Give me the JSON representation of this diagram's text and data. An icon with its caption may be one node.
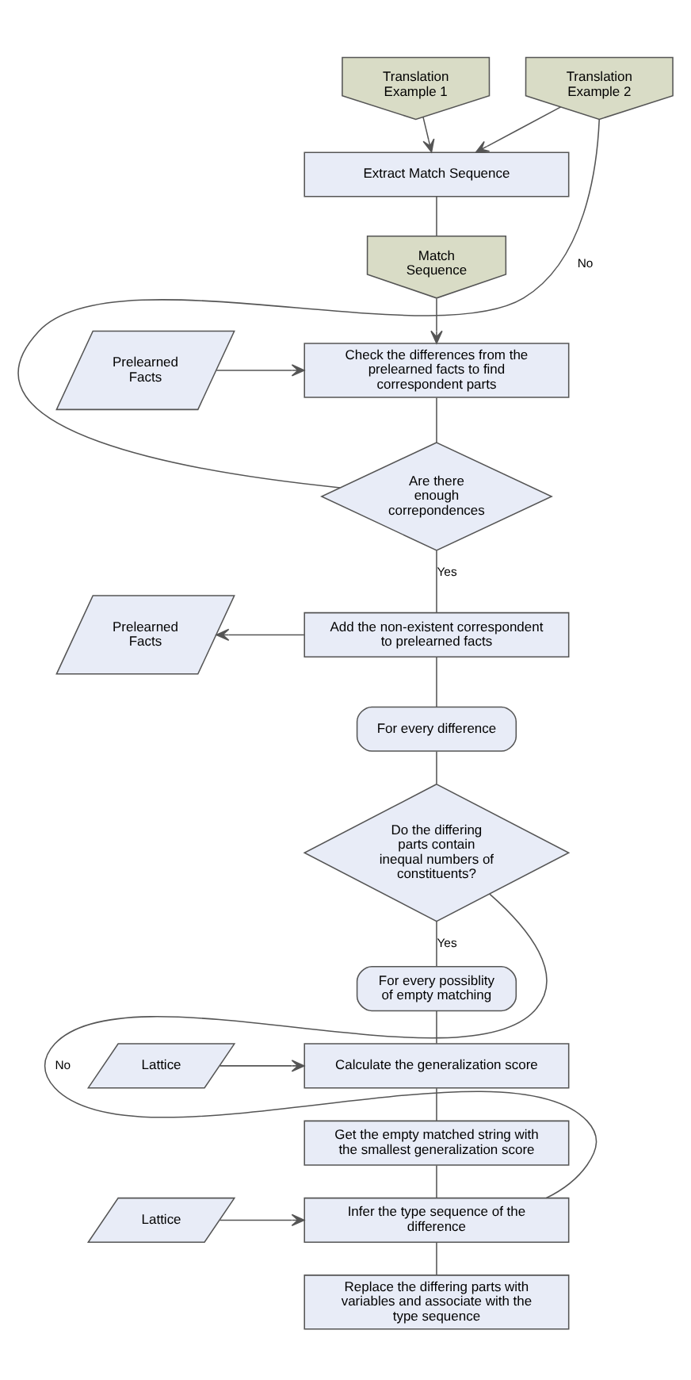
{
  "diagram": {
    "nodes": [
      {
        "text": [
          "Translation Example 1"
        ]
      },
      {
        "text": [
          "Translation Example 2"
        ]
      },
      {
        "text": [
          "Extract Match Sequence"
        ]
      },
      {
        "text": [
          "Match Sequence"
        ]
      },
      {
        "text": [
          "Prelearned Facts"
        ]
      },
      {
        "text": [
          "Check the differences from the prelearned facts to find correspondent parts"
        ]
      },
      {
        "text": [
          "Are there enough correpondences"
        ]
      },
      {
        "text": [
          "Prelearned Facts"
        ]
      },
      {
        "text": [
          "Add the non-existent correspondent to prelearned facts"
        ]
      },
      {
        "text": [
          "For every difference"
        ]
      },
      {
        "text": [
          "Do the differing parts contain inequal numbers of constituents?"
        ]
      },
      {
        "text": [
          "For every possiblity of empty matching"
        ]
      },
      {
        "text": [
          "Lattice"
        ]
      },
      {
        "text": [
          "Calculate the generalization score"
        ]
      },
      {
        "text": [
          "Get the empty matched string with the smallest generalization score"
        ]
      },
      {
        "text": [
          "Lattice"
        ]
      },
      {
        "text": [
          "Infer the type sequence of the difference"
        ]
      },
      {
        "text": [
          "Replace the differing parts with variables and associate with the type sequence"
        ]
      }
    ],
    "edges": [
      {
        "from": 0,
        "to": 2,
        "arrow": "to"
      },
      {
        "from": 1,
        "to": 2,
        "arrow": "to"
      },
      {
        "from": 2,
        "to": 3,
        "arrow": "none"
      },
      {
        "from": 3,
        "to": 5,
        "arrow": "to"
      },
      {
        "from": 4,
        "to": 5,
        "arrow": "to"
      },
      {
        "from": 5,
        "to": 6,
        "arrow": "none"
      },
      {
        "from": 6,
        "to": 1,
        "arrow": "none",
        "label": "No"
      },
      {
        "from": 6,
        "to": 8,
        "arrow": "none",
        "label": "Yes"
      },
      {
        "from": 8,
        "to": 7,
        "arrow": "to"
      },
      {
        "from": 8,
        "to": 9,
        "arrow": "none"
      },
      {
        "from": 9,
        "to": 10,
        "arrow": "none"
      },
      {
        "from": 10,
        "to": 11,
        "arrow": "none",
        "label": "Yes"
      },
      {
        "from": 10,
        "to": 16,
        "arrow": "none",
        "label": "No"
      },
      {
        "from": 11,
        "to": 13,
        "arrow": "none"
      },
      {
        "from": 12,
        "to": 13,
        "arrow": "to"
      },
      {
        "from": 13,
        "to": 14,
        "arrow": "none"
      },
      {
        "from": 14,
        "to": 16,
        "arrow": "none"
      },
      {
        "from": 15,
        "to": 16,
        "arrow": "to"
      },
      {
        "from": 16,
        "to": 17,
        "arrow": "none"
      }
    ]
  }
}
